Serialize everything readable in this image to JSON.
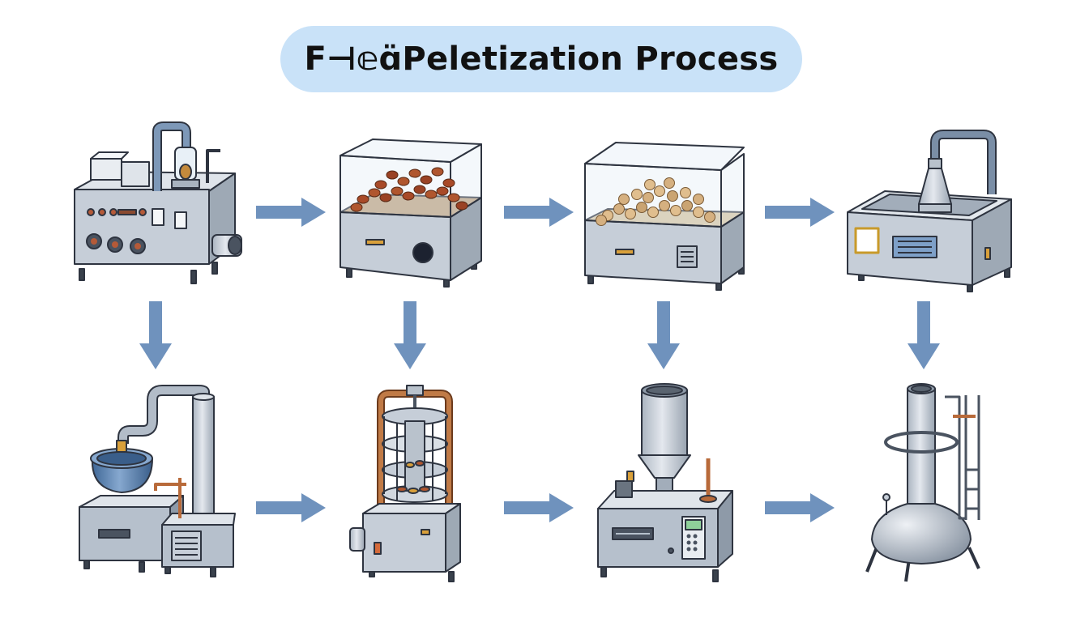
{
  "title": "F⊣𝕖ɑ̈Peletization Process",
  "colors": {
    "title_bg": "#c9e2f8",
    "arrow": "#6f92bd",
    "steel": "#c4ccd6",
    "steel_dark": "#8e9aa8",
    "outline": "#2e3440",
    "pellet": "#b0562e",
    "pellet_light": "#d5b080",
    "copper": "#b86a3a",
    "pot": "#5e86b3"
  },
  "rows": [
    [
      "mixer-machine",
      "cooler-bin-dark",
      "cooler-bin-light",
      "conditioning-tank"
    ],
    [
      "boiler-steam-unit",
      "pellet-mill-cage",
      "hopper-extruder",
      "tower-vessel"
    ]
  ]
}
